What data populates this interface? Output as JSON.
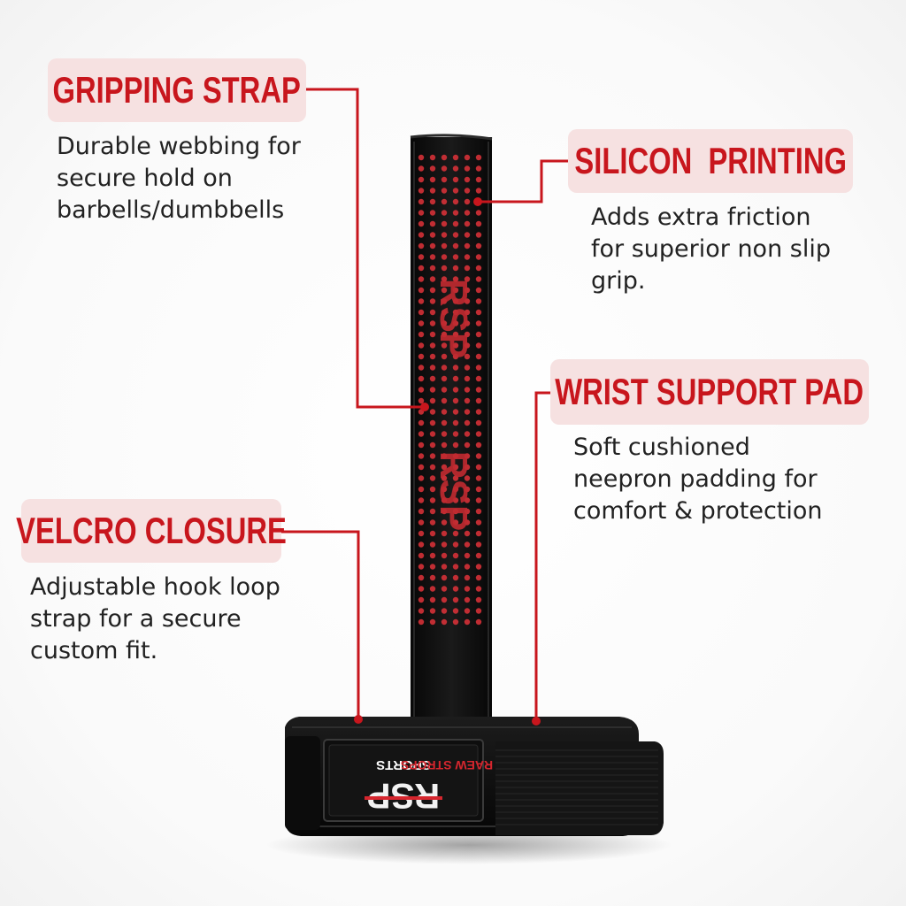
{
  "callouts": {
    "gripping_strap": {
      "title": "GRIPPING STRAP",
      "lines": [
        "Durable webbing for",
        "secure hold on",
        "barbells/dumbbells"
      ]
    },
    "silicon_printing": {
      "title": "SILICON  PRINTING",
      "lines": [
        "Adds extra friction",
        "for superior non slip",
        "grip."
      ]
    },
    "wrist_support_pad": {
      "title": "WRIST SUPPORT PAD",
      "lines": [
        "Soft cushioned",
        "neepron padding for",
        "comfort & protection"
      ]
    },
    "velcro_closure": {
      "title": "VELCRO CLOSURE",
      "lines": [
        "Adjustable hook loop",
        "strap for a secure",
        "custom fit."
      ]
    }
  },
  "product": {
    "brand_logo_text": "RSP",
    "brand_label_line1": "RAEW STROPS",
    "brand_label_line2": "SPORTS"
  },
  "colors": {
    "accent_red": "#c8161d",
    "label_background": "#f6e1e1",
    "strap_black": "#111111",
    "dot_red": "#e0323a"
  }
}
